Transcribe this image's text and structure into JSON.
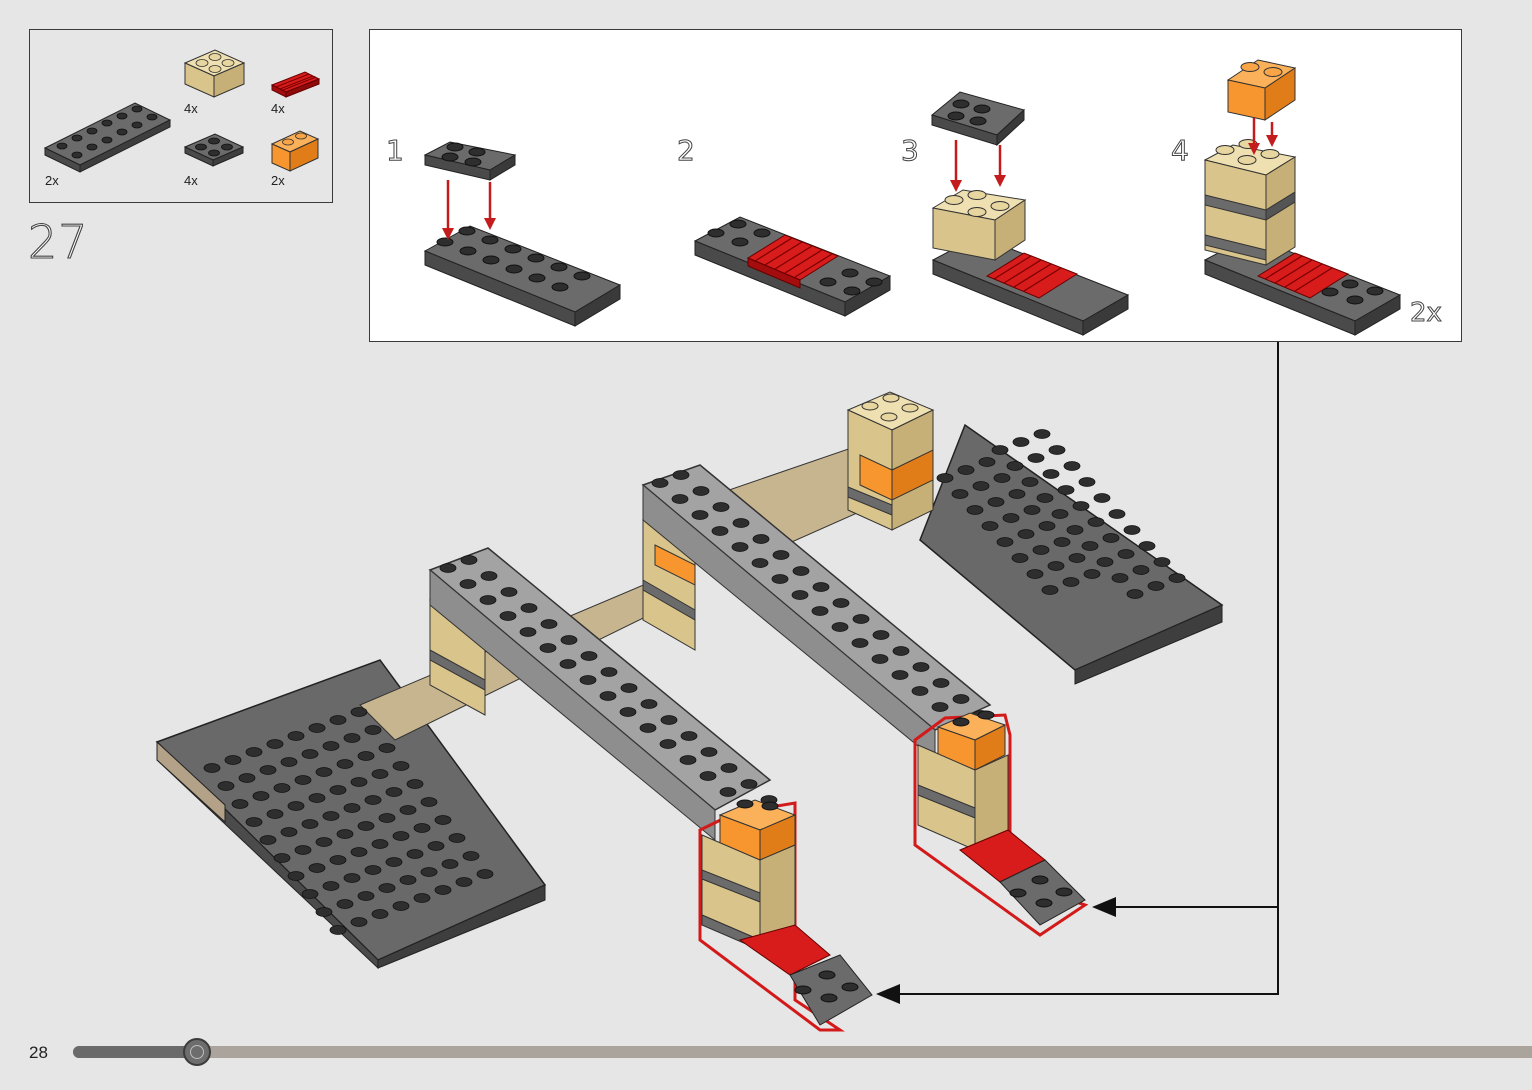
{
  "page": {
    "number": "28",
    "step_number": "27"
  },
  "parts_list": [
    {
      "qty": "2x",
      "part": "plate 2x6 dark grey",
      "color": "#5b5b5b"
    },
    {
      "qty": "4x",
      "part": "brick 2x2 tan",
      "color": "#e4cf99"
    },
    {
      "qty": "4x",
      "part": "plate 2x2 dark grey",
      "color": "#5b5b5b"
    },
    {
      "qty": "4x",
      "part": "grille tile red",
      "color": "#cc1111"
    },
    {
      "qty": "2x",
      "part": "brick 1x2 orange",
      "color": "#f7962e"
    }
  ],
  "substeps": {
    "labels": [
      "1",
      "2",
      "3",
      "4"
    ],
    "multiplier": "2x"
  },
  "progress": {
    "fraction": 0.085
  },
  "colors": {
    "dark_grey": "#5b5b5b",
    "light_grey": "#a3a3a3",
    "tan": "#e4cf99",
    "orange": "#f7962e",
    "red": "#cc1111",
    "callout_highlight": "#d31a1a"
  }
}
